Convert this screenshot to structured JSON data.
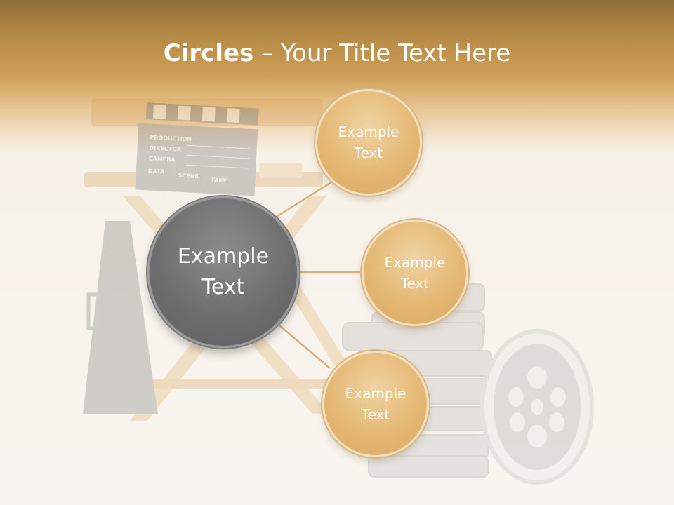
{
  "title": {
    "bold": "Circles",
    "separator": " – ",
    "rest": "Your Title Text Here"
  },
  "background_props": {
    "clapper_labels": [
      "PRODUCTION",
      "DIRECTOR",
      "CAMERA",
      "DATA",
      "SCENE",
      "TAKE"
    ]
  },
  "hub": {
    "label_line1": "Example",
    "label_line2": "Text",
    "color": "#6e6e6e"
  },
  "nodes": [
    {
      "label_line1": "Example",
      "label_line2": "Text",
      "color": "#e4b873"
    },
    {
      "label_line1": "Example",
      "label_line2": "Text",
      "color": "#e4b873"
    },
    {
      "label_line1": "Example",
      "label_line2": "Text",
      "color": "#e4b873"
    }
  ],
  "colors": {
    "header": "#b58a46",
    "background": "#f8f5f0",
    "connector": "#d7b07a"
  }
}
